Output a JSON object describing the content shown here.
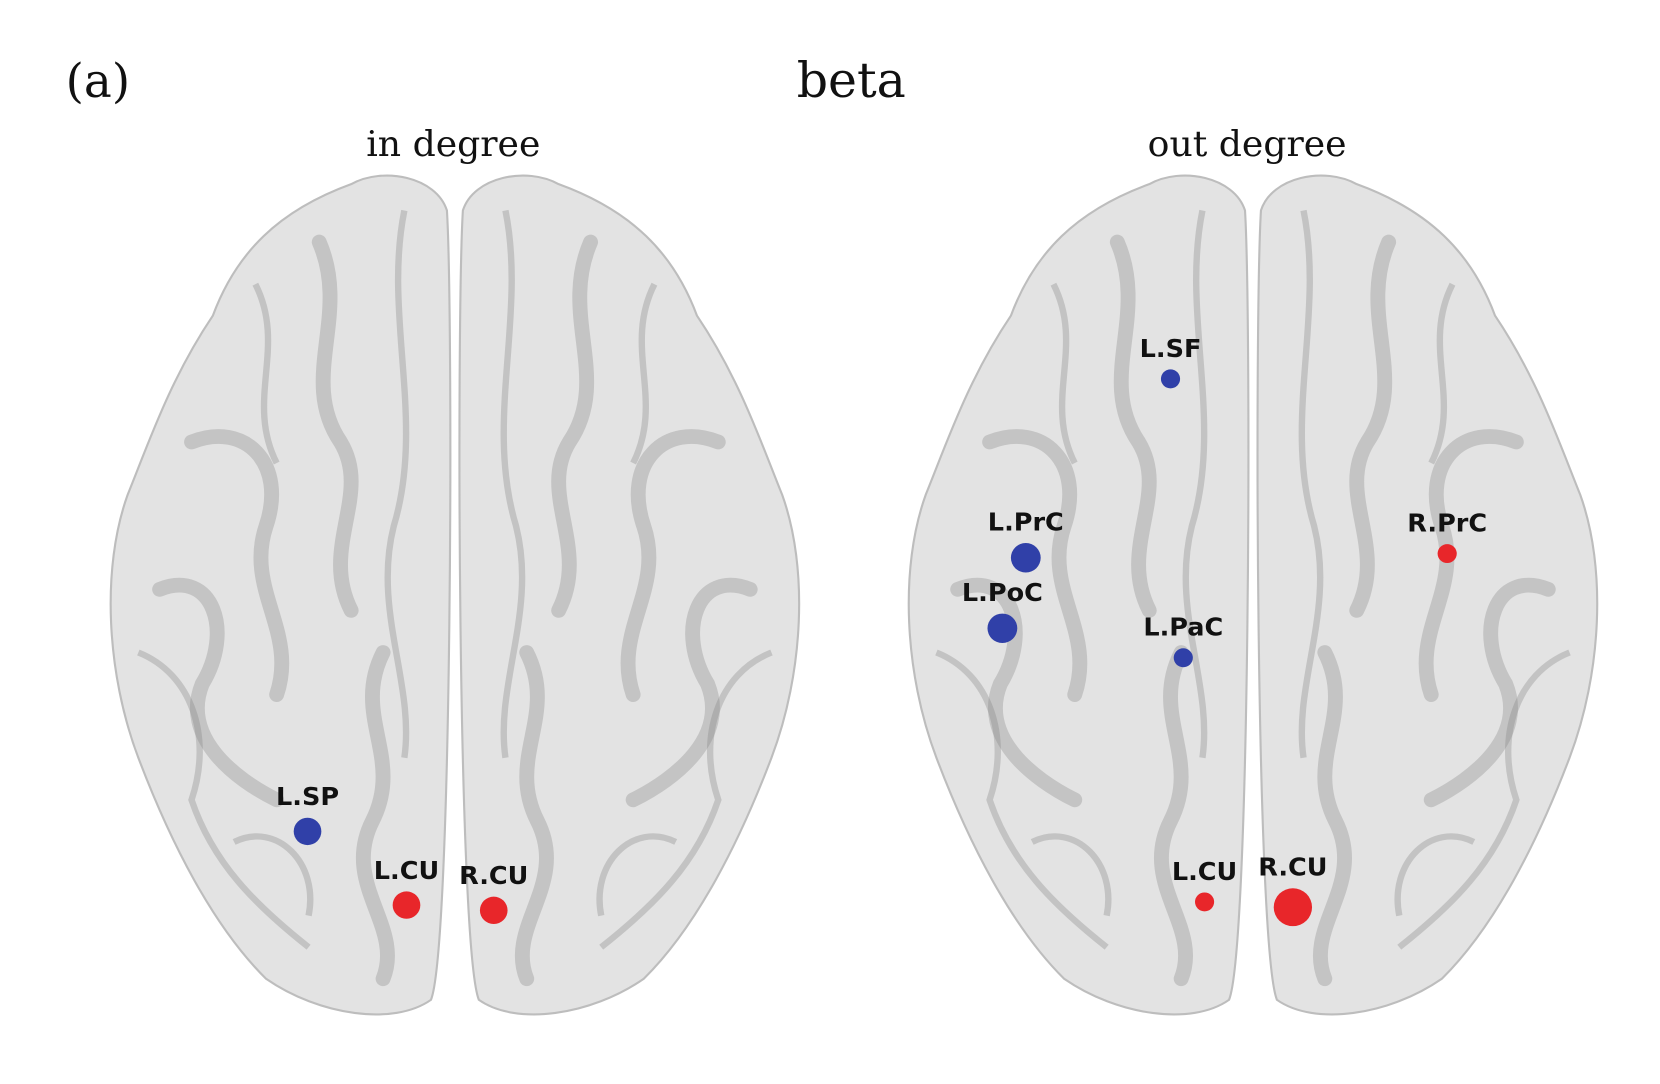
{
  "figure": {
    "panel_label": "(a)",
    "band_title": "beta",
    "colors": {
      "increase": "#e8262a",
      "decrease": "#3040a8",
      "brain": "#d9d9d9"
    }
  },
  "panels": [
    {
      "title": "in degree",
      "nodes": [
        {
          "label": "L.SP",
          "color": "#3040a8"
        },
        {
          "label": "L.CU",
          "color": "#e8262a"
        },
        {
          "label": "R.CU",
          "color": "#e8262a"
        }
      ]
    },
    {
      "title": "out degree",
      "nodes": [
        {
          "label": "L.SF",
          "color": "#3040a8"
        },
        {
          "label": "L.PrC",
          "color": "#3040a8"
        },
        {
          "label": "L.PoC",
          "color": "#3040a8"
        },
        {
          "label": "L.PaC",
          "color": "#3040a8"
        },
        {
          "label": "R.PrC",
          "color": "#e8262a"
        },
        {
          "label": "L.CU",
          "color": "#e8262a"
        },
        {
          "label": "R.CU",
          "color": "#e8262a"
        }
      ]
    }
  ]
}
